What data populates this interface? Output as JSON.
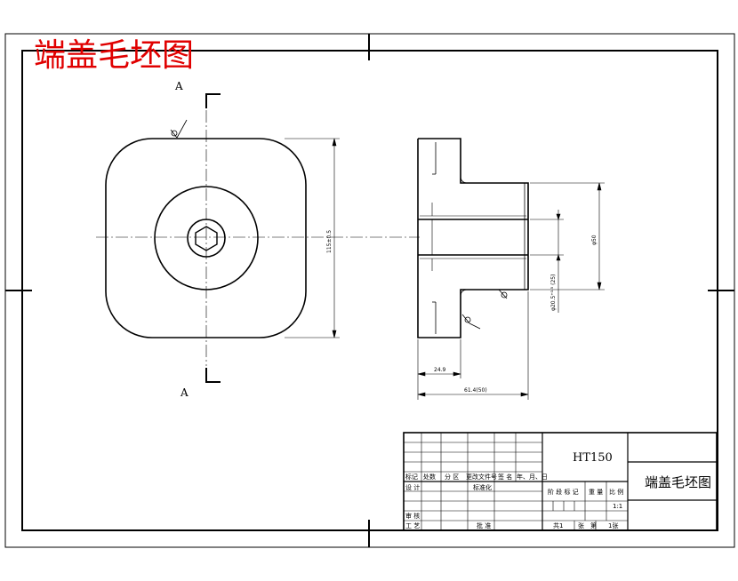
{
  "title": "端盖毛坯图",
  "section_marks": [
    "A",
    "A"
  ],
  "dimensions": {
    "height_front": "115±0.5",
    "bore_dia": "φ50",
    "boss_dia": "φ20.5⁺⁰·⁵ (25)",
    "flange_thickness": "24.9",
    "overall_length": "61.4(50)"
  },
  "title_block": {
    "material": "HT150",
    "drawing_name": "端盖毛坯图",
    "row_headers": [
      "标记",
      "处数",
      "分 区",
      "更改文件号",
      "签 名",
      "年、月、日"
    ],
    "row_left": [
      "设 计",
      "标准化"
    ],
    "approve_labels": [
      "审 核",
      "工 艺",
      "批 准"
    ],
    "stage_headers": [
      "阶 段 标 记",
      "重 量",
      "比 例"
    ],
    "scale": "1:1",
    "sheet_info": [
      "共1",
      "张",
      "第",
      "1张"
    ]
  }
}
